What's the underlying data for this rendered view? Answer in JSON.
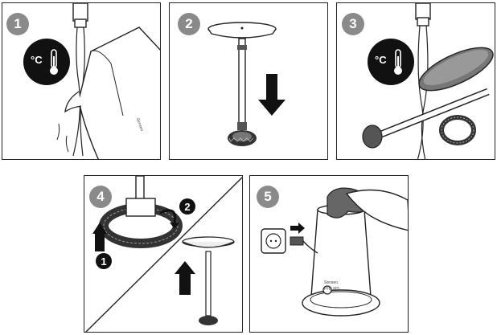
{
  "steps": [
    {
      "number": "1"
    },
    {
      "number": "2"
    },
    {
      "number": "3"
    },
    {
      "number": "4",
      "substeps": [
        "1",
        "2"
      ]
    },
    {
      "number": "5"
    }
  ],
  "temperature_badge": {
    "label": "°C",
    "icon": "thermometer-icon"
  },
  "device_branding": {
    "brand": "Senseo",
    "model": "PHILIPS"
  },
  "colors": {
    "badge_gray": "#8a8a8a",
    "badge_black": "#111111",
    "outline": "#222222",
    "water": "#cfe3ea"
  }
}
